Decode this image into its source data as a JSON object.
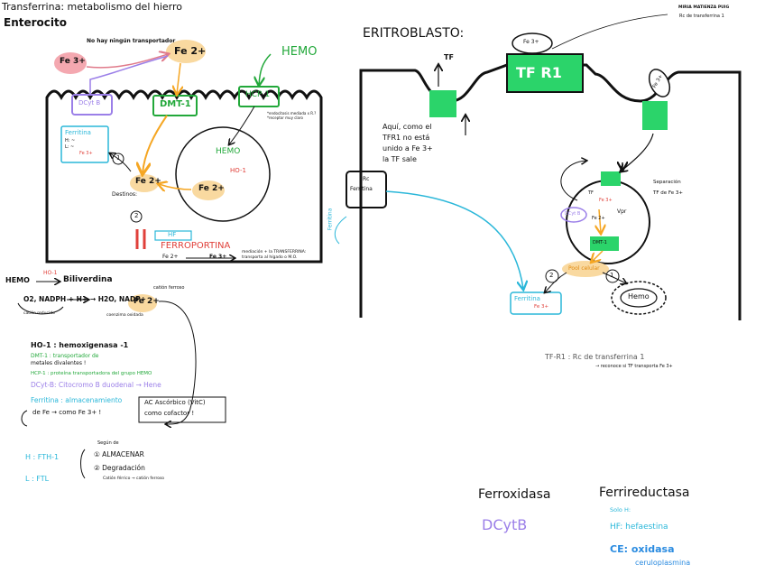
{
  "header": {
    "title": "Transferrina: metabolismo del hierro",
    "author": "MIRIA MATIENZA PUIG",
    "author_note": "Rc de transferrina 1"
  },
  "enterocito": {
    "title": "Enterocito",
    "no_transport": "No hay ningún transportador",
    "fe3": "Fe 3+",
    "fe2_top": "Fe 2+",
    "hemo": "HEMO",
    "dcytb": "DCyt B",
    "dmt1": "DMT-1",
    "hcp1": "HCP 1",
    "hcp1_note": "*endocitosis mediada x R.? *receptor muy claro",
    "ferritina_box": "Ferritina",
    "ferritina_h": "H: ~",
    "ferritina_l": "L: ~",
    "ferritina_fe": "Fe 3+",
    "step1": "1",
    "step2": "2",
    "destinos": "Destinos:",
    "fe2_mid": "Fe 2+",
    "hemo_inner": "HEMO",
    "ho1": "HO-1",
    "fe2_inner": "Fe 2+",
    "hf": "HF",
    "ferroportina": "FERROPORTINA",
    "fe_out_left": "Fe 2+",
    "fe_out_right": "Fe 3+",
    "ferro_note": "mediación + la TRANSFERRINA: transporta al hígado o M.O."
  },
  "reaction": {
    "hemo": "HEMO",
    "ho1": "HO-1",
    "biliverdina": "Biliverdina",
    "line2": "O2, NADPH + H+ → H2O, NADP+",
    "fe2": "Fe 2+",
    "cation_ferroso": "catión ferroso",
    "cation_reducido": "catión reducido",
    "coenzima": "coenzima oxidada"
  },
  "legend": {
    "ho1": "HO-1 : hemoxigenasa -1",
    "dmt1_a": "DMT-1 : transportador de",
    "dmt1_b": "metales divalentes !",
    "hcp1": "HCP-1 : proteína transportadora del grupo HEMO",
    "dcytb": "DCyt-B: Citocromo B duodenal → Hene",
    "ferritina": "Ferritina : almacenamiento",
    "ferritina_b": "de Fe → como Fe 3+ !",
    "vitc_a": "AC Ascórbico (VitC)",
    "vitc_b": "como cofactor !"
  },
  "subunits": {
    "h": "H : FTH-1",
    "l": "L : FTL",
    "segun_de": "Según de",
    "almacenar": "① ALMACENAR",
    "degradacion": "② Degradación",
    "cation": "Catión férrico → catión ferroso"
  },
  "eritroblasto": {
    "title": "ERITROBLASTO:",
    "tf": "TF",
    "fe3_cap": "Fe 3+",
    "tfr1": "TF R1",
    "fe3_side": "Fe 3+",
    "note_a": "Aquí, como el",
    "note_b": "TFR1 no está",
    "note_c": "unido a Fe 3+",
    "note_d": "la TF sale",
    "rc_ferritina_a": "Rc",
    "rc_ferritina_b": "Ferritina",
    "ferritina_side": "Ferritina",
    "separacion_a": "Separación",
    "separacion_b": "TF de Fe 3+",
    "tf_small": "TF",
    "fe3_small": "Fe 3+",
    "dcytb_small": "DCyt B",
    "dmt1_small": "DMT-1",
    "vpr": "Vpr",
    "fe2_small": "Fe 2+",
    "pool": "Pool celular",
    "step2": "2",
    "step1": "1",
    "ferritina_bottom": "Ferritina",
    "ferritina_bottom_fe": "Fe 3+",
    "hemo_oval": "Hemo",
    "tfr1_def_a": "TF-R1 : Rc de transferrina 1",
    "tfr1_def_b": "→ reconoce si TF transporta Fe 3+"
  },
  "bottom": {
    "ferroxidasa": "Ferroxidasa",
    "dcytb": "DCytB",
    "ferrireductasa": "Ferrireductasa",
    "solo_h": "Solo H:",
    "hf": "HF: hefaestina",
    "ce": "CE: oxidasa",
    "ceruloplasmina": "ceruloplasmina"
  },
  "colors": {
    "green": "#22a83a",
    "green_fill": "#2bd46a",
    "orange": "#f5a623",
    "orange_fill": "#f9d9a0",
    "pink_fill": "#f4a8b0",
    "purple": "#9b7fe8",
    "cyan": "#2ab7d9",
    "red": "#e0403a",
    "blue": "#2a8be0"
  }
}
